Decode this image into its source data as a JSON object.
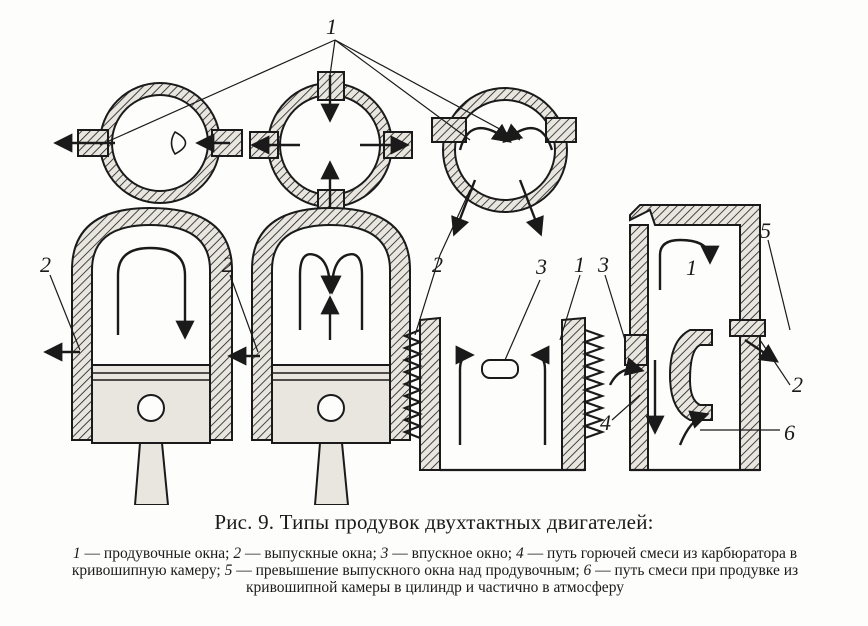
{
  "figure": {
    "labels": {
      "top_1": "1",
      "left_2": "2",
      "mid_2": "2",
      "center_2": "2",
      "center_3": "3",
      "center_1": "1",
      "right_3": "3",
      "right_1": "1",
      "right_5": "5",
      "right_2": "2",
      "right_4": "4",
      "right_6": "6"
    }
  },
  "caption": {
    "title": "Рис. 9. Типы продувок двухтактных двигателей:",
    "legend": [
      {
        "num": "1",
        "text": " — продувочные окна; "
      },
      {
        "num": "2",
        "text": " — выпускные окна; "
      },
      {
        "num": "3",
        "text": " — впускное окно; "
      },
      {
        "num": "4",
        "text": " — путь горючей смеси из карбюратора в кривошипную камеру; "
      },
      {
        "num": "5",
        "text": " — превышение выпускного окна над продувочным; "
      },
      {
        "num": "6",
        "text": " — путь смеси при продувке из кривошипной камеры в цилиндр и частично в атмосферу"
      }
    ]
  }
}
